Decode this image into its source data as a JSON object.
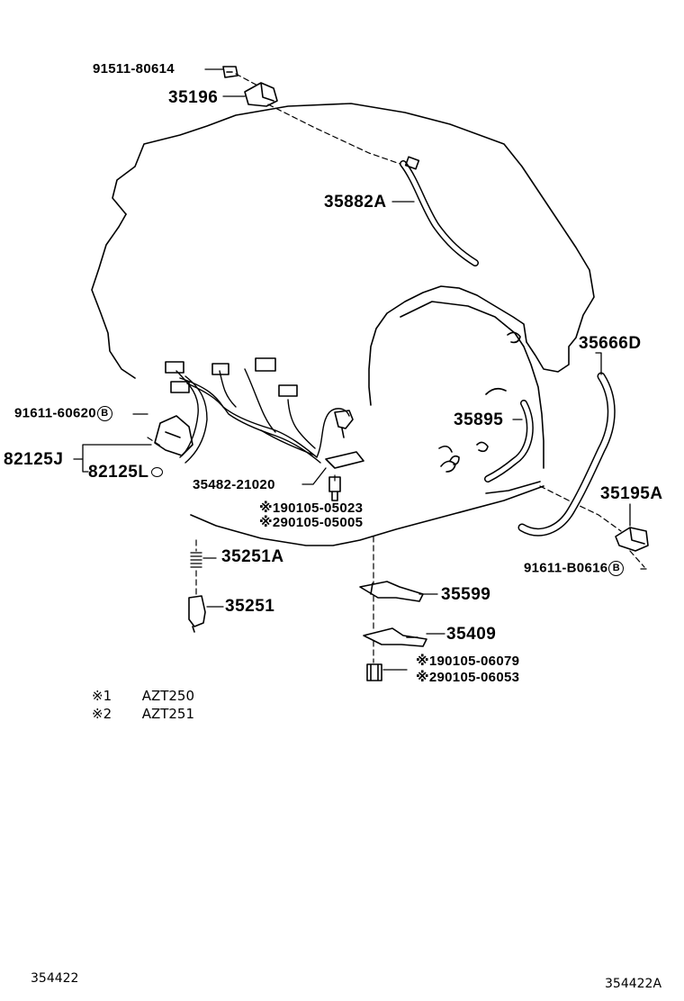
{
  "parts": {
    "p_91511_80614": "91511-80614",
    "p_35196": "35196",
    "p_35882a": "35882A",
    "p_35666d": "35666D",
    "p_35895": "35895",
    "p_35195a": "35195A",
    "p_91611_b0616": "91611-B0616",
    "p_91611_60620": "91611-60620",
    "p_82125j": "82125J",
    "p_82125l": "82125L",
    "p_35482_21020": "35482-21020",
    "p_90105_05023": "※190105-05023",
    "p_90105_05005": "※290105-05005",
    "p_35251a": "35251A",
    "p_35251": "35251",
    "p_35599": "35599",
    "p_35409": "35409",
    "p_90105_06079": "※190105-06079",
    "p_90105_06053": "※290105-06053"
  },
  "marks": {
    "b": "B"
  },
  "legend": {
    "row1_mark": "※1",
    "row1_model": "AZT250",
    "row2_mark": "※2",
    "row2_model": "AZT251"
  },
  "footer": {
    "left_code": "354422",
    "right_code": "354422A"
  },
  "colors": {
    "ink": "#000000",
    "paper": "#ffffff"
  }
}
